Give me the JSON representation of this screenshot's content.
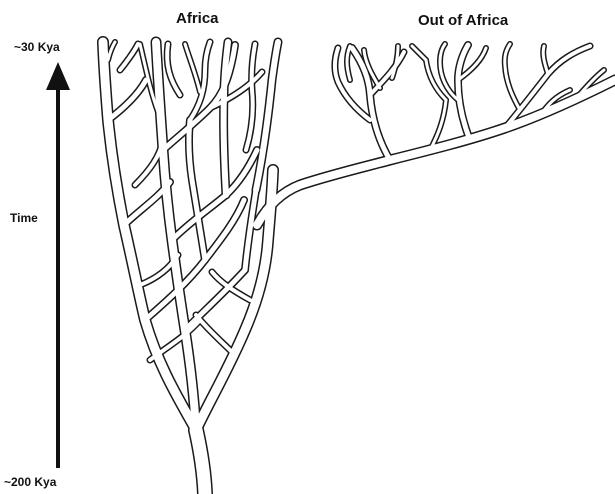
{
  "labels": {
    "africa": "Africa",
    "out_of_africa": "Out of Africa",
    "top_time": "~30 Kya",
    "axis": "Time",
    "bottom_time": "~200 Kya"
  },
  "colors": {
    "ink": "#1a1a1a",
    "background": "#ffffff"
  }
}
